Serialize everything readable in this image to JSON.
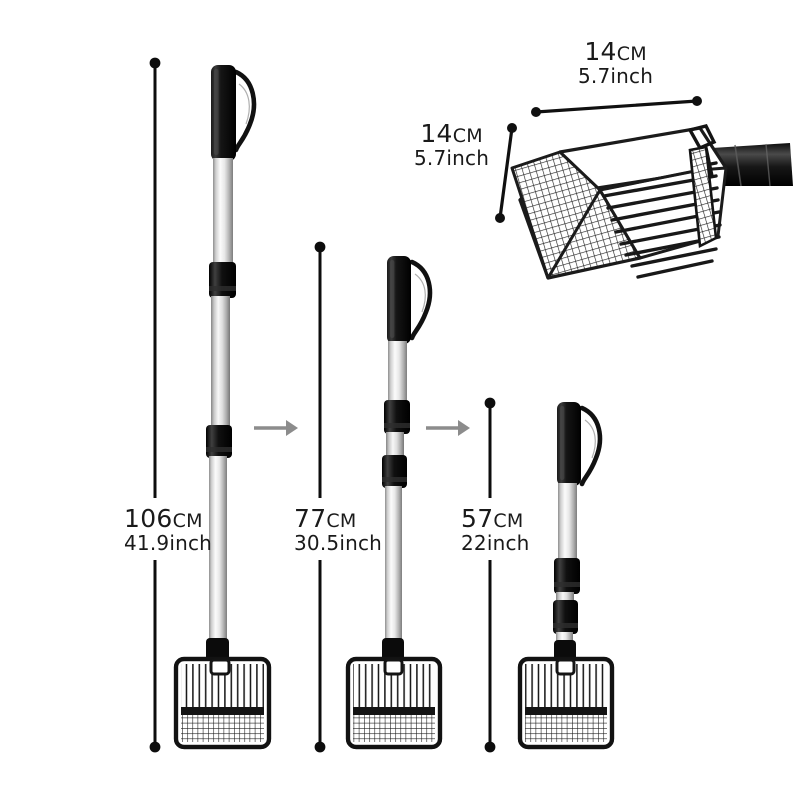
{
  "page": {
    "title": "Telescoping Mesh Net Size Chart",
    "background_color": "#ffffff",
    "text_color": "#1a1a1a",
    "arrow_color": "#8c8c8c"
  },
  "net_head": {
    "width_label": {
      "value": "14",
      "unit": "CM",
      "inches": "5.7inch"
    },
    "height_label": {
      "value": "14",
      "unit": "CM",
      "inches": "5.7inch"
    }
  },
  "poles": [
    {
      "name": "pole-extended-full",
      "length_label": {
        "value": "106",
        "unit": "CM",
        "inches": "41.9inch"
      },
      "state": "fully-extended",
      "sections": 3
    },
    {
      "name": "pole-extended-mid",
      "length_label": {
        "value": "77",
        "unit": "CM",
        "inches": "30.5inch"
      },
      "state": "partially-collapsed",
      "sections": 3
    },
    {
      "name": "pole-collapsed",
      "length_label": {
        "value": "57",
        "unit": "CM",
        "inches": "22inch"
      },
      "state": "fully-collapsed",
      "sections": 3
    }
  ],
  "arrows": [
    {
      "name": "arrow-step-1",
      "direction": "right"
    },
    {
      "name": "arrow-step-2",
      "direction": "right"
    }
  ],
  "icons": {
    "dimension_endpoint": "dot-cap",
    "transition": "arrow-right-icon"
  }
}
